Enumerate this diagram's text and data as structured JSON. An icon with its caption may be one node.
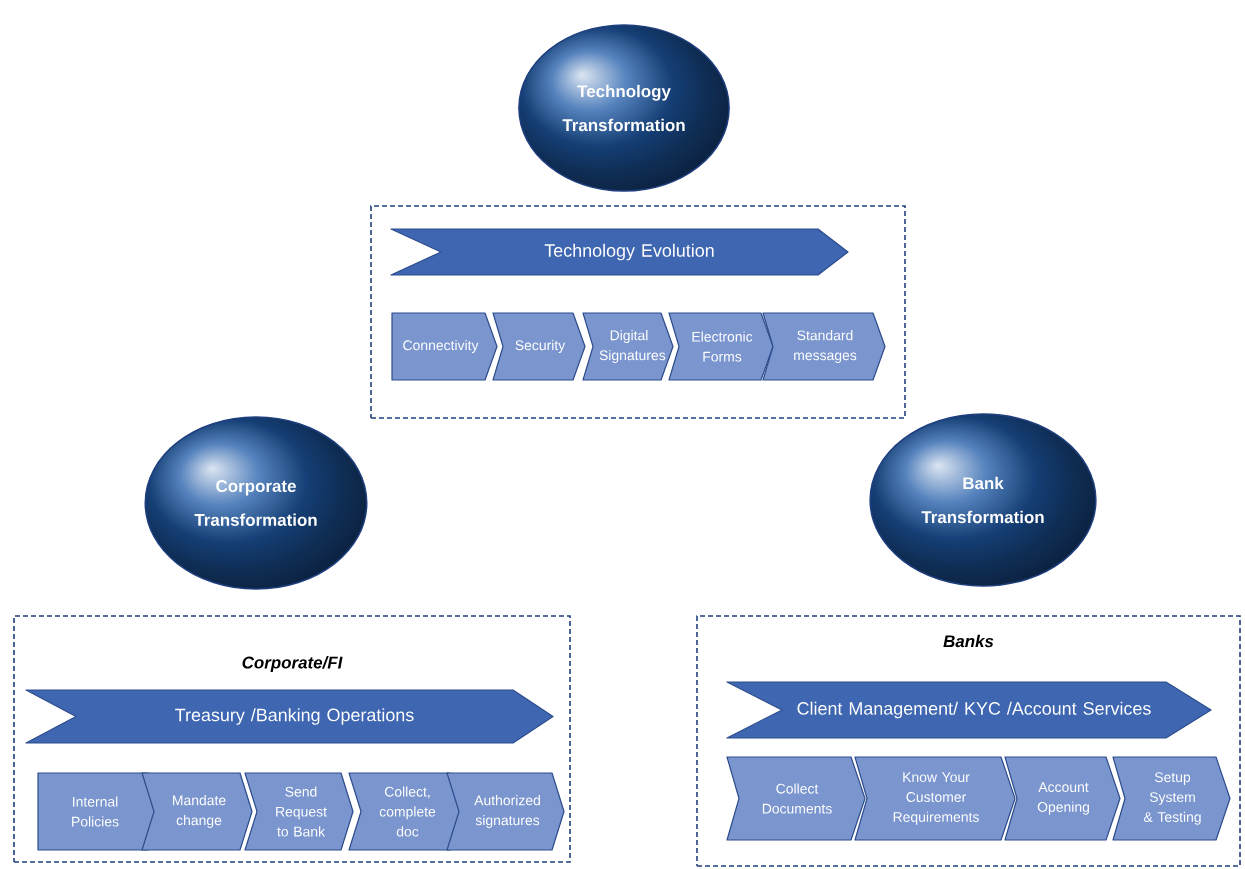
{
  "diagram": {
    "nodes": [
      {
        "text": [
          "Technology Transformation"
        ]
      },
      {
        "text": [],
        "shape": "box"
      },
      {
        "text": [
          "Technology Evolution"
        ],
        "in": 1
      },
      {
        "text": [
          "Connectivity"
        ],
        "in": 1
      },
      {
        "text": [
          "Security"
        ],
        "in": 1
      },
      {
        "text": [
          "Digital Signatures"
        ],
        "in": 1
      },
      {
        "text": [
          "Electronic Forms"
        ],
        "in": 1
      },
      {
        "text": [
          "Standard messages"
        ],
        "in": 1
      },
      {
        "text": [
          "Corporate Transformation"
        ]
      },
      {
        "text": [
          "Bank Transformation"
        ]
      },
      {
        "text": [
          "Corporate/FI"
        ]
      },
      {
        "text": [
          "Treasury /Banking Operations"
        ],
        "in": 10
      },
      {
        "text": [
          "Internal Policies"
        ],
        "in": 10
      },
      {
        "text": [
          "Mandate change"
        ],
        "in": 10
      },
      {
        "text": [
          "Send Request to Bank"
        ],
        "in": 10
      },
      {
        "text": [
          "Collect, complete doc"
        ],
        "in": 10
      },
      {
        "text": [
          "Authorized signatures"
        ],
        "in": 10
      },
      {
        "text": [
          "Banks"
        ]
      },
      {
        "text": [
          "Client Management/ KYC /Account Services"
        ],
        "in": 17
      },
      {
        "text": [
          "Collect Documents"
        ],
        "in": 17
      },
      {
        "text": [
          "Know Your Customer Requirements"
        ],
        "in": 17
      },
      {
        "text": [
          "Account Opening"
        ],
        "in": 17
      },
      {
        "text": [
          "Setup System & Testing"
        ],
        "in": 17
      }
    ]
  }
}
